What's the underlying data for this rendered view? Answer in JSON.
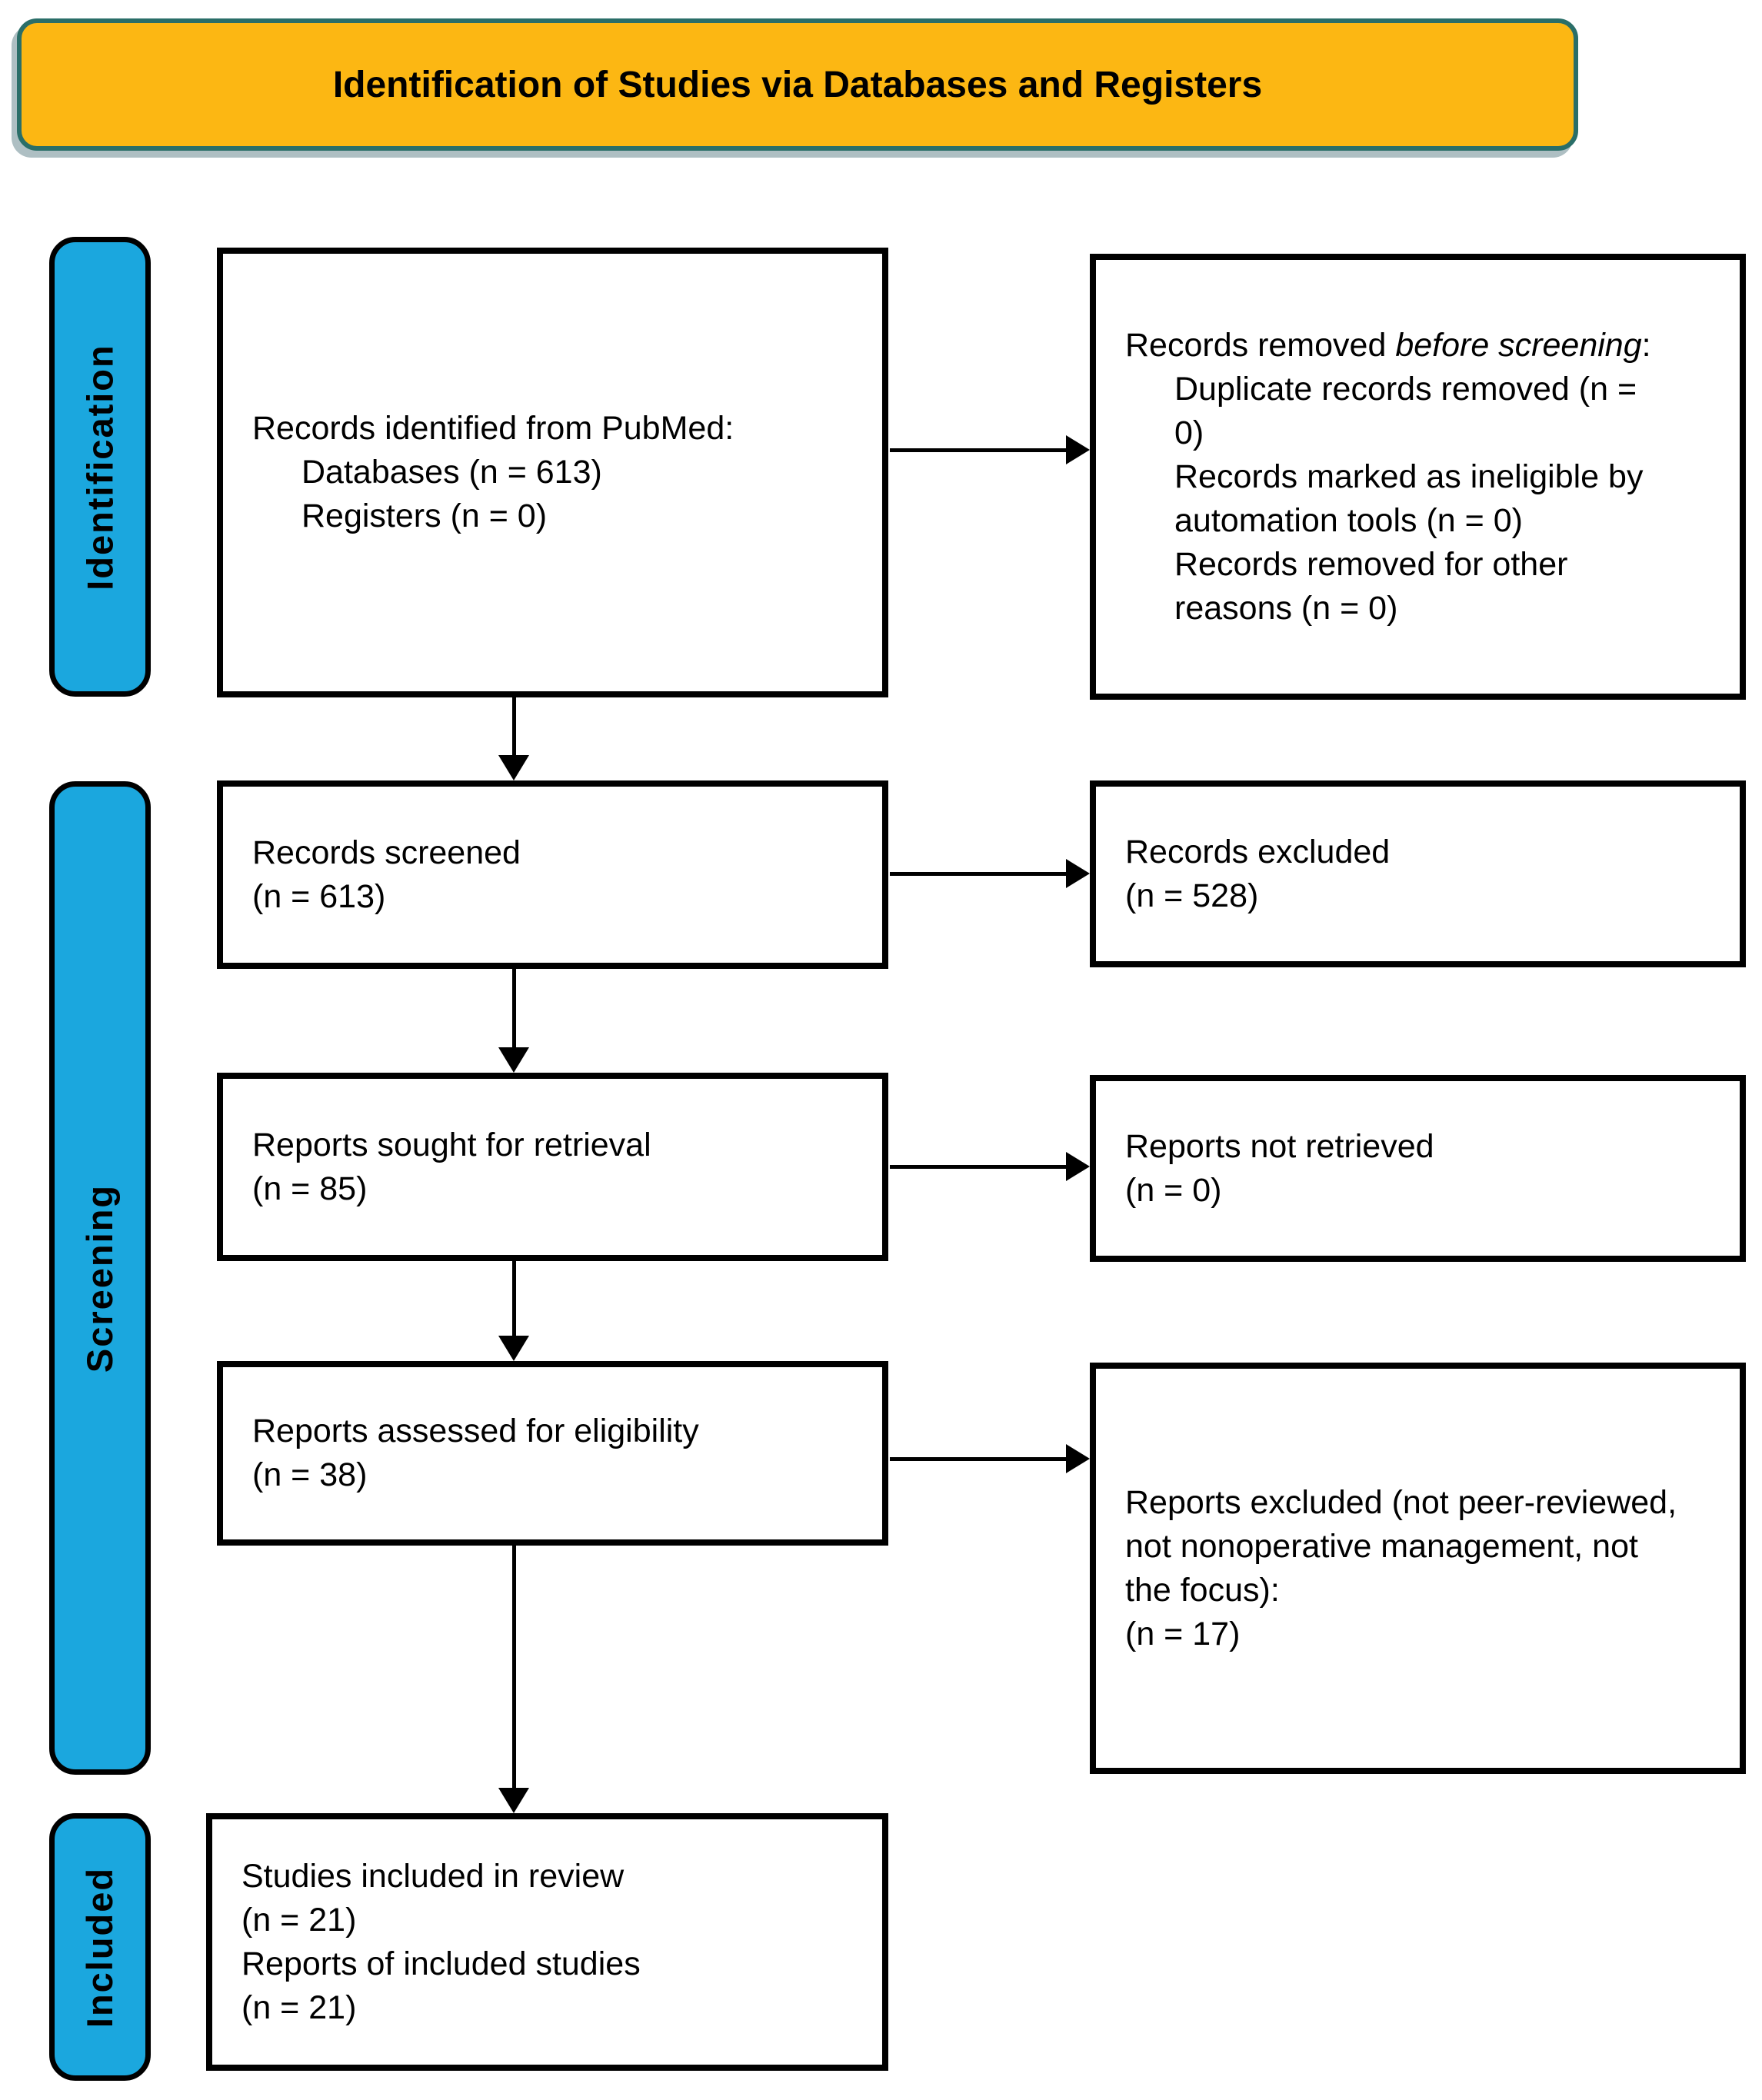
{
  "banner": {
    "title": "Identification of Studies via Databases and Registers"
  },
  "stages": {
    "identification": "Identification",
    "screening": "Screening",
    "included": "Included"
  },
  "boxes": {
    "identified": {
      "line1": "Records identified from PubMed:",
      "items": [
        "Databases (n = 613)",
        "Registers (n = 0)"
      ]
    },
    "removed_before_screening": {
      "prefix": "Records removed ",
      "italic": "before screening",
      "suffix": ":",
      "items": [
        "Duplicate records removed (n = 0)",
        "Records marked as ineligible by automation tools (n = 0)",
        "Records removed for other reasons (n = 0)"
      ]
    },
    "screened": {
      "line1": "Records screened",
      "line2": "(n = 613)"
    },
    "records_excluded": {
      "line1": "Records excluded",
      "line2": "(n = 528)"
    },
    "sought": {
      "line1": "Reports sought for retrieval",
      "line2": "(n = 85)"
    },
    "not_retrieved": {
      "line1": "Reports not retrieved",
      "line2": "(n = 0)"
    },
    "assessed": {
      "line1": "Reports assessed for eligibility",
      "line2": "(n = 38)"
    },
    "reports_excluded": {
      "line1": "Reports excluded (not peer-reviewed, not nonoperative management, not the focus):",
      "line2": "(n = 17)"
    },
    "included_in_review": {
      "lines": [
        "Studies included in review",
        "(n = 21)",
        "Reports of included studies",
        "(n = 21)"
      ]
    }
  },
  "colors": {
    "banner_fill": "#FCB713",
    "banner_border": "#2A6E68",
    "stage_fill": "#1BA7DE",
    "box_border": "#000000"
  }
}
